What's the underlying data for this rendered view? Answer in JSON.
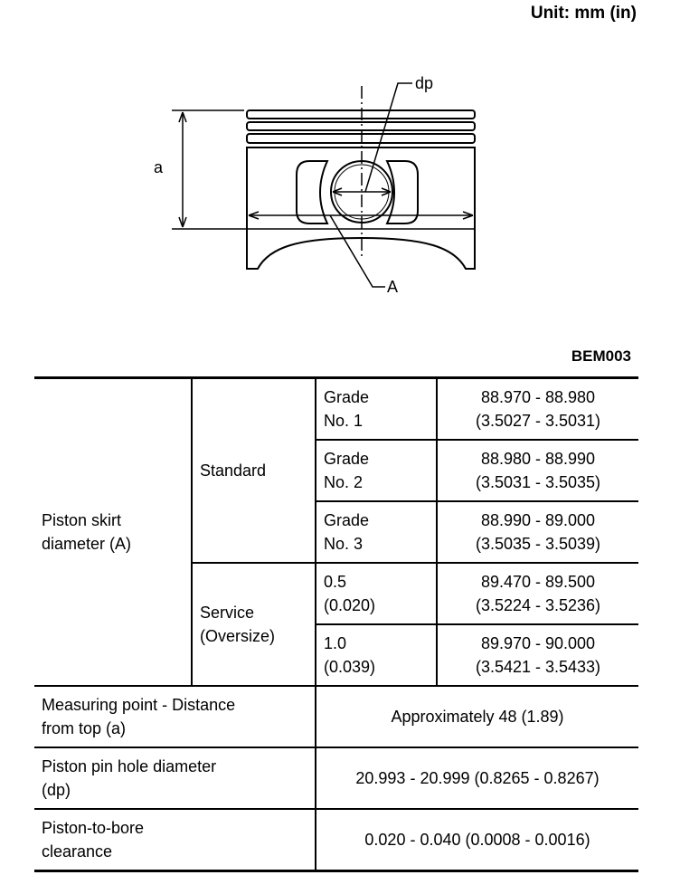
{
  "header": {
    "unit_label": "Unit: mm (in)"
  },
  "diagram": {
    "label_dp": "dp",
    "label_a": "a",
    "label_A": "A",
    "figure_id": "BEM003"
  },
  "table": {
    "skirt": {
      "label": "Piston skirt\ndiameter (A)",
      "standard": {
        "label": "Standard",
        "grades": [
          {
            "grade": "Grade\nNo. 1",
            "value": "88.970 - 88.980\n(3.5027 - 3.5031)"
          },
          {
            "grade": "Grade\nNo. 2",
            "value": "88.980 - 88.990\n(3.5031 - 3.5035)"
          },
          {
            "grade": "Grade\nNo. 3",
            "value": "88.990 - 89.000\n(3.5035 - 3.5039)"
          }
        ]
      },
      "service": {
        "label": "Service\n(Oversize)",
        "sizes": [
          {
            "size": "0.5\n(0.020)",
            "value": "89.470 - 89.500\n(3.5224 - 3.5236)"
          },
          {
            "size": "1.0\n(0.039)",
            "value": "89.970 - 90.000\n(3.5421 - 3.5433)"
          }
        ]
      }
    },
    "rows": [
      {
        "label": "Measuring point - Distance\nfrom top (a)",
        "value": "Approximately 48 (1.89)"
      },
      {
        "label": "Piston pin hole diameter\n(dp)",
        "value": "20.993 - 20.999 (0.8265 - 0.8267)"
      },
      {
        "label": "Piston-to-bore\nclearance",
        "value": "0.020 - 0.040 (0.0008 - 0.0016)"
      }
    ]
  }
}
